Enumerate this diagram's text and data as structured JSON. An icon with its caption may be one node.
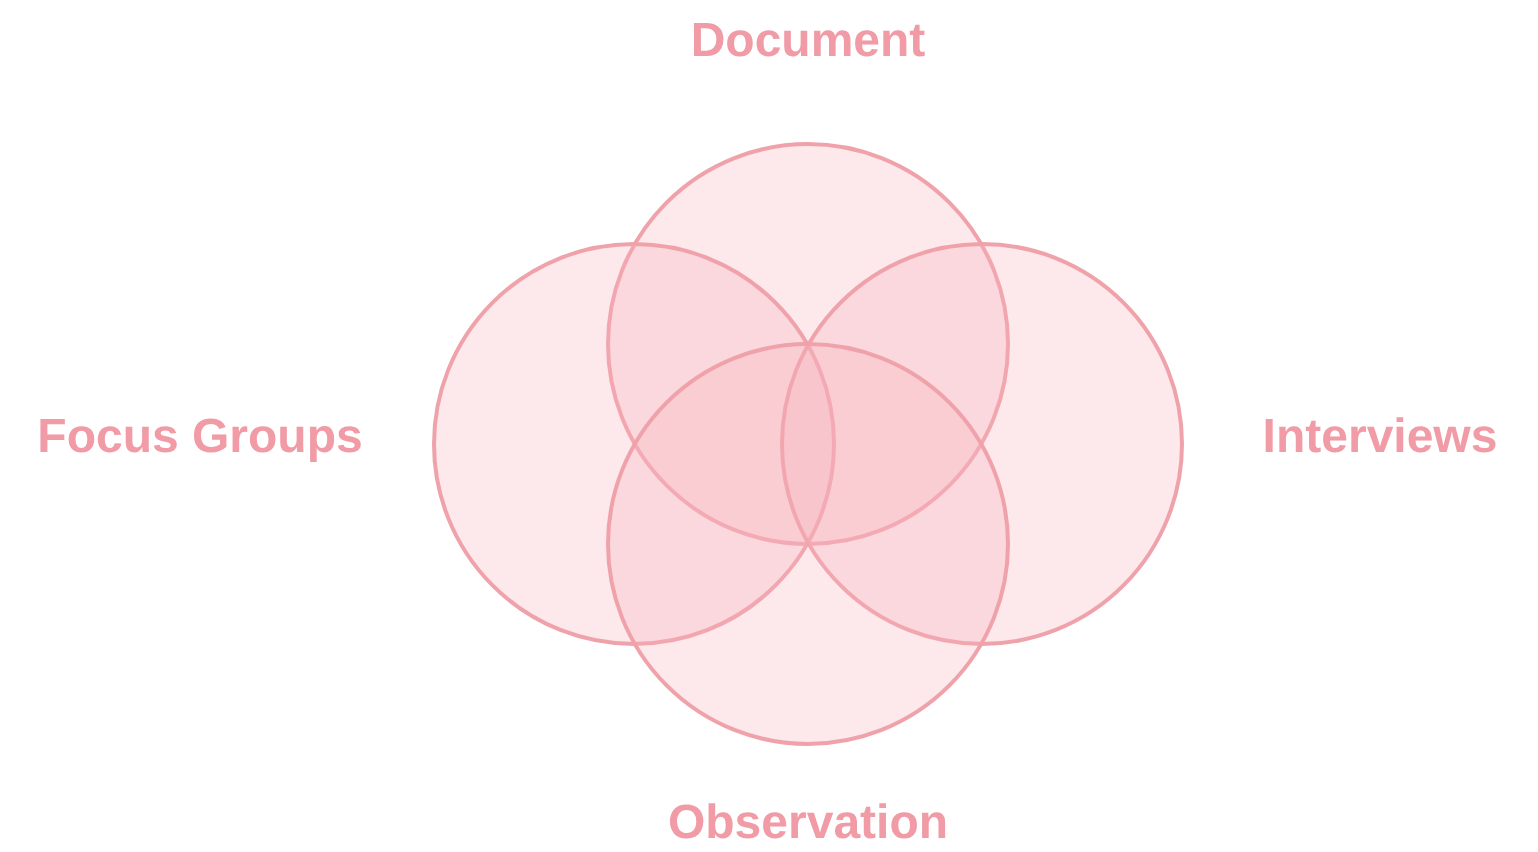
{
  "diagram": {
    "nodes": [
      {
        "text": [
          "Document"
        ]
      },
      {
        "text": [
          "Focus Groups"
        ]
      },
      {
        "text": [
          "Interviews"
        ]
      },
      {
        "text": [
          "Observation"
        ]
      }
    ]
  }
}
